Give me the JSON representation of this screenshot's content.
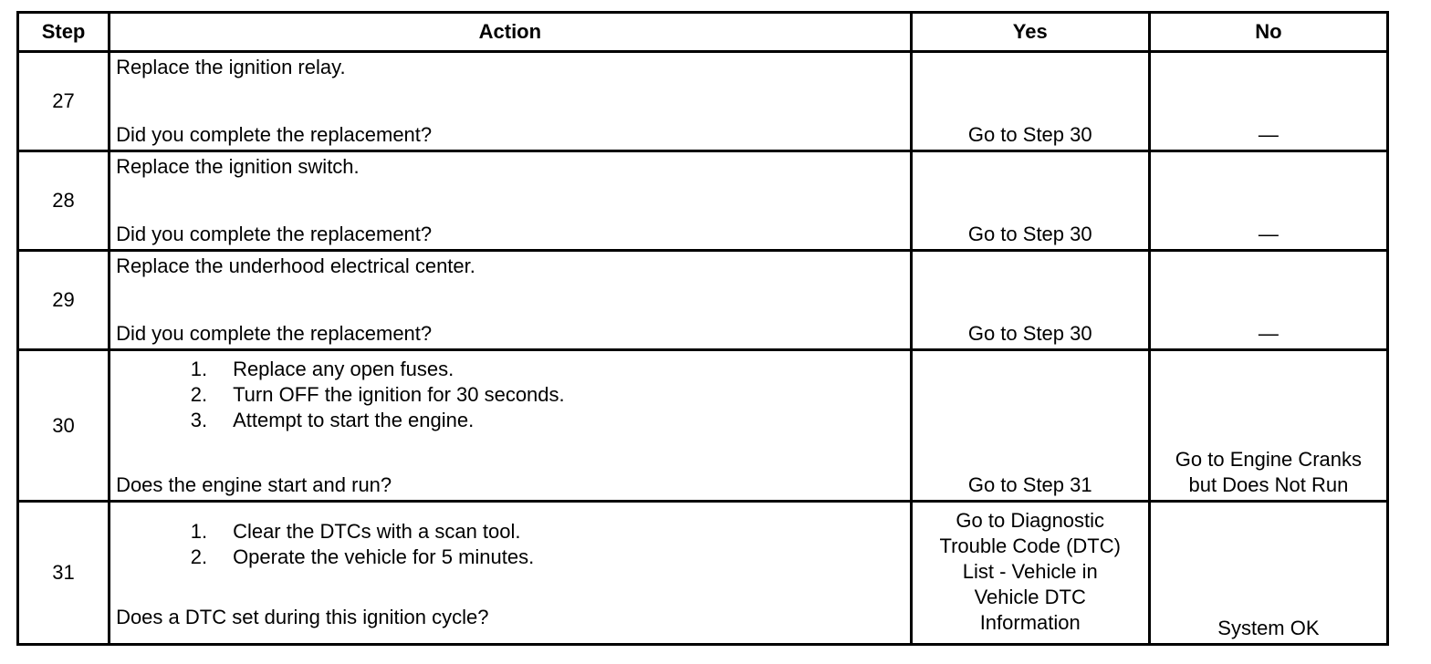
{
  "headers": {
    "step": "Step",
    "action": "Action",
    "yes": "Yes",
    "no": "No"
  },
  "rows": [
    {
      "step": "27",
      "action_text": "Replace the ignition relay.",
      "items": [],
      "question": "Did you complete the replacement?",
      "yes": [
        "Go to Step 30"
      ],
      "no": [
        "—"
      ]
    },
    {
      "step": "28",
      "action_text": "Replace the ignition switch.",
      "items": [],
      "question": "Did you complete the replacement?",
      "yes": [
        "Go to Step 30"
      ],
      "no": [
        "—"
      ]
    },
    {
      "step": "29",
      "action_text": "Replace the underhood electrical center.",
      "items": [],
      "question": "Did you complete the replacement?",
      "yes": [
        "Go to Step 30"
      ],
      "no": [
        "—"
      ]
    },
    {
      "step": "30",
      "action_text": "",
      "items": [
        {
          "num": "1.",
          "text": "Replace any open fuses."
        },
        {
          "num": "2.",
          "text": "Turn OFF the ignition for 30 seconds."
        },
        {
          "num": "3.",
          "text": "Attempt to start the engine."
        }
      ],
      "question": "Does the engine start and run?",
      "yes": [
        "Go to Step 31"
      ],
      "no": [
        "Go to Engine Cranks",
        "but Does Not Run"
      ]
    },
    {
      "step": "31",
      "action_text": "",
      "items": [
        {
          "num": "1.",
          "text": "Clear the DTCs with a scan tool."
        },
        {
          "num": "2.",
          "text": "Operate the vehicle for 5 minutes."
        }
      ],
      "question": "Does a DTC set during this ignition cycle?",
      "yes": [
        "Go to Diagnostic",
        "Trouble Code (DTC)",
        "List - Vehicle in",
        "Vehicle DTC",
        "Information"
      ],
      "no": [
        "System OK"
      ]
    }
  ]
}
